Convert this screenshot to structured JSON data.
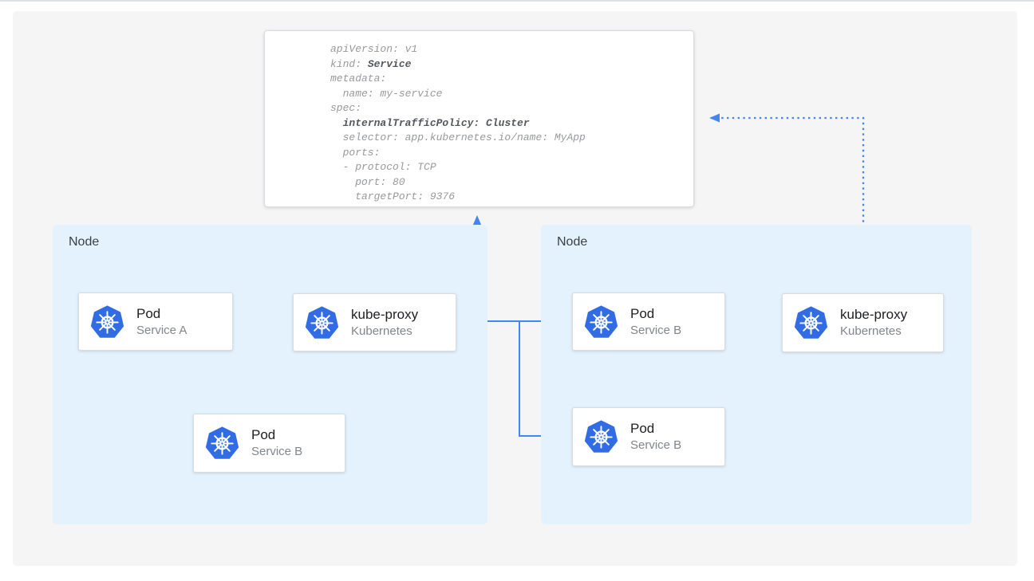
{
  "yaml": {
    "lines": [
      [
        {
          "t": "apiVersion: v1",
          "b": false
        }
      ],
      [
        {
          "t": "kind: ",
          "b": false
        },
        {
          "t": "Service",
          "b": true
        }
      ],
      [
        {
          "t": "metadata:",
          "b": false
        }
      ],
      [
        {
          "t": "  name: my-service",
          "b": false
        }
      ],
      [
        {
          "t": "spec:",
          "b": false
        }
      ],
      [
        {
          "t": "  ",
          "b": false
        },
        {
          "t": "internalTrafficPolicy: Cluster",
          "b": true
        }
      ],
      [
        {
          "t": "  selector: app.kubernetes.io/name: MyApp",
          "b": false
        }
      ],
      [
        {
          "t": "  ports:",
          "b": false
        }
      ],
      [
        {
          "t": "  - protocol: TCP",
          "b": false
        }
      ],
      [
        {
          "t": "    port: 80",
          "b": false
        }
      ],
      [
        {
          "t": "    targetPort: 9376",
          "b": false
        }
      ]
    ]
  },
  "nodes": [
    {
      "label": "Node",
      "cards": [
        {
          "title": "Pod",
          "subtitle": "Service A",
          "icon": "kubernetes-logo"
        },
        {
          "title": "kube-proxy",
          "subtitle": "Kubernetes",
          "icon": "kubernetes-logo"
        },
        {
          "title": "Pod",
          "subtitle": "Service B",
          "icon": "kubernetes-logo"
        }
      ]
    },
    {
      "label": "Node",
      "cards": [
        {
          "title": "Pod",
          "subtitle": "Service B",
          "icon": "kubernetes-logo"
        },
        {
          "title": "Pod",
          "subtitle": "Service B",
          "icon": "kubernetes-logo"
        },
        {
          "title": "kube-proxy",
          "subtitle": "Kubernetes",
          "icon": "kubernetes-logo"
        }
      ]
    }
  ],
  "colors": {
    "accent_blue": "#4285f4",
    "node_fill": "#e3f2fd",
    "kubernetes_logo_blue": "#326ce5",
    "panel_bg": "#f5f5f6",
    "code_text": "#97999c",
    "code_bold": "#54575b",
    "card_title": "#202124",
    "card_subtitle": "#80868b"
  }
}
